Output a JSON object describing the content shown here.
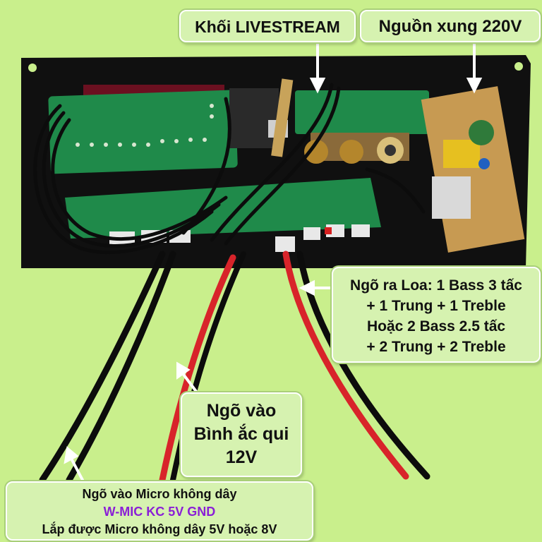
{
  "labels": {
    "livestream": "Khối LIVESTREAM",
    "power_supply": "Nguồn xung 220V",
    "speaker_output": [
      "Ngõ ra Loa: 1 Bass 3 tấc",
      "+ 1 Trung + 1 Treble",
      "Hoặc 2 Bass 2.5 tấc",
      "+ 2 Trung + 2 Treble"
    ],
    "battery_input": [
      "Ngõ vào",
      "Bình ắc qui",
      "12V"
    ],
    "mic_input": {
      "line1": "Ngõ vào Micro không dây",
      "line2": "W-MIC KC 5V GND",
      "line3": "Lắp được Micro không dây 5V hoặc 8V"
    }
  },
  "colors": {
    "background": "#c9ef8c",
    "callout_fill": "#d6f2b0",
    "accent_text": "#8a1fd6",
    "pcb_green": "#1f8a4a",
    "panel_black": "#111111"
  }
}
